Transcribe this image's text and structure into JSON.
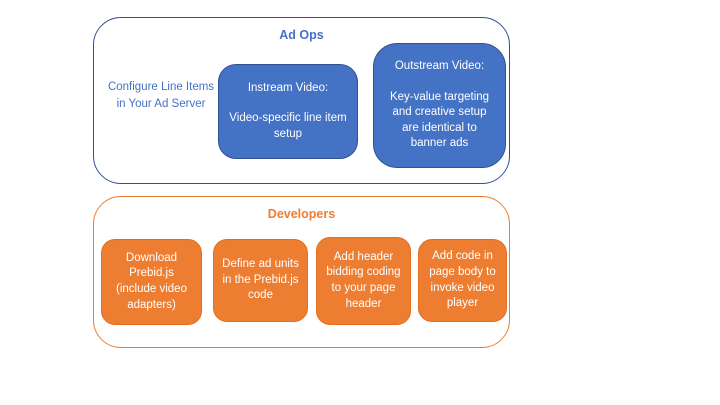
{
  "colors": {
    "blue_fill": "#4472c4",
    "blue_border": "#2f528f",
    "blue_text": "#4472c4",
    "orange_fill": "#ed7d31",
    "orange_border": "#e56d1f",
    "box_text": "#ffffff",
    "background": "#ffffff"
  },
  "ad_ops": {
    "title": "Ad Ops",
    "side_note": "Configure Line Items in Your Ad Server",
    "boxes": [
      {
        "title": "Instream Video:",
        "body": "Video-specific line item setup"
      },
      {
        "title": "Outstream Video:",
        "body": "Key-value targeting and creative setup are identical to banner ads"
      }
    ]
  },
  "developers": {
    "title": "Developers",
    "boxes": [
      {
        "text": "Download Prebid.js (include video adapters)"
      },
      {
        "text": "Define ad units in the Prebid.js code"
      },
      {
        "text": "Add header bidding coding to your page header"
      },
      {
        "text": "Add code in page body to invoke video player"
      }
    ]
  }
}
